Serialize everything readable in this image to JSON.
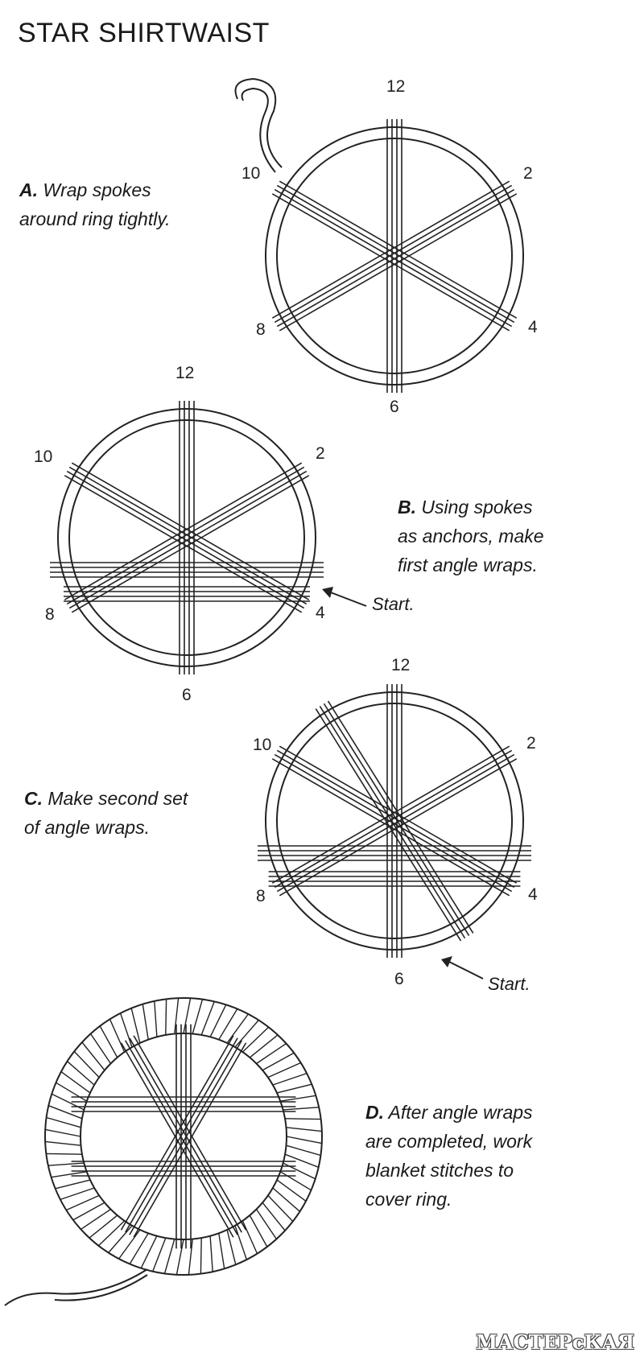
{
  "title": "STAR SHIRTWAIST",
  "steps": [
    {
      "letter": "A.",
      "text_lines": [
        "Wrap spokes",
        "around ring tightly."
      ]
    },
    {
      "letter": "B.",
      "text_lines": [
        "Using spokes",
        "as anchors, make",
        "first angle wraps."
      ]
    },
    {
      "letter": "C.",
      "text_lines": [
        "Make second set",
        "of angle wraps."
      ]
    },
    {
      "letter": "D.",
      "text_lines": [
        "After angle wraps",
        "are completed, work",
        "blanket stitches to",
        "cover ring."
      ]
    }
  ],
  "clock_labels": {
    "n12": "12",
    "n2": "2",
    "n4": "4",
    "n6": "6",
    "n8": "8",
    "n10": "10"
  },
  "start_label": "Start.",
  "watermark": "МАСТЕРсКАЯ"
}
